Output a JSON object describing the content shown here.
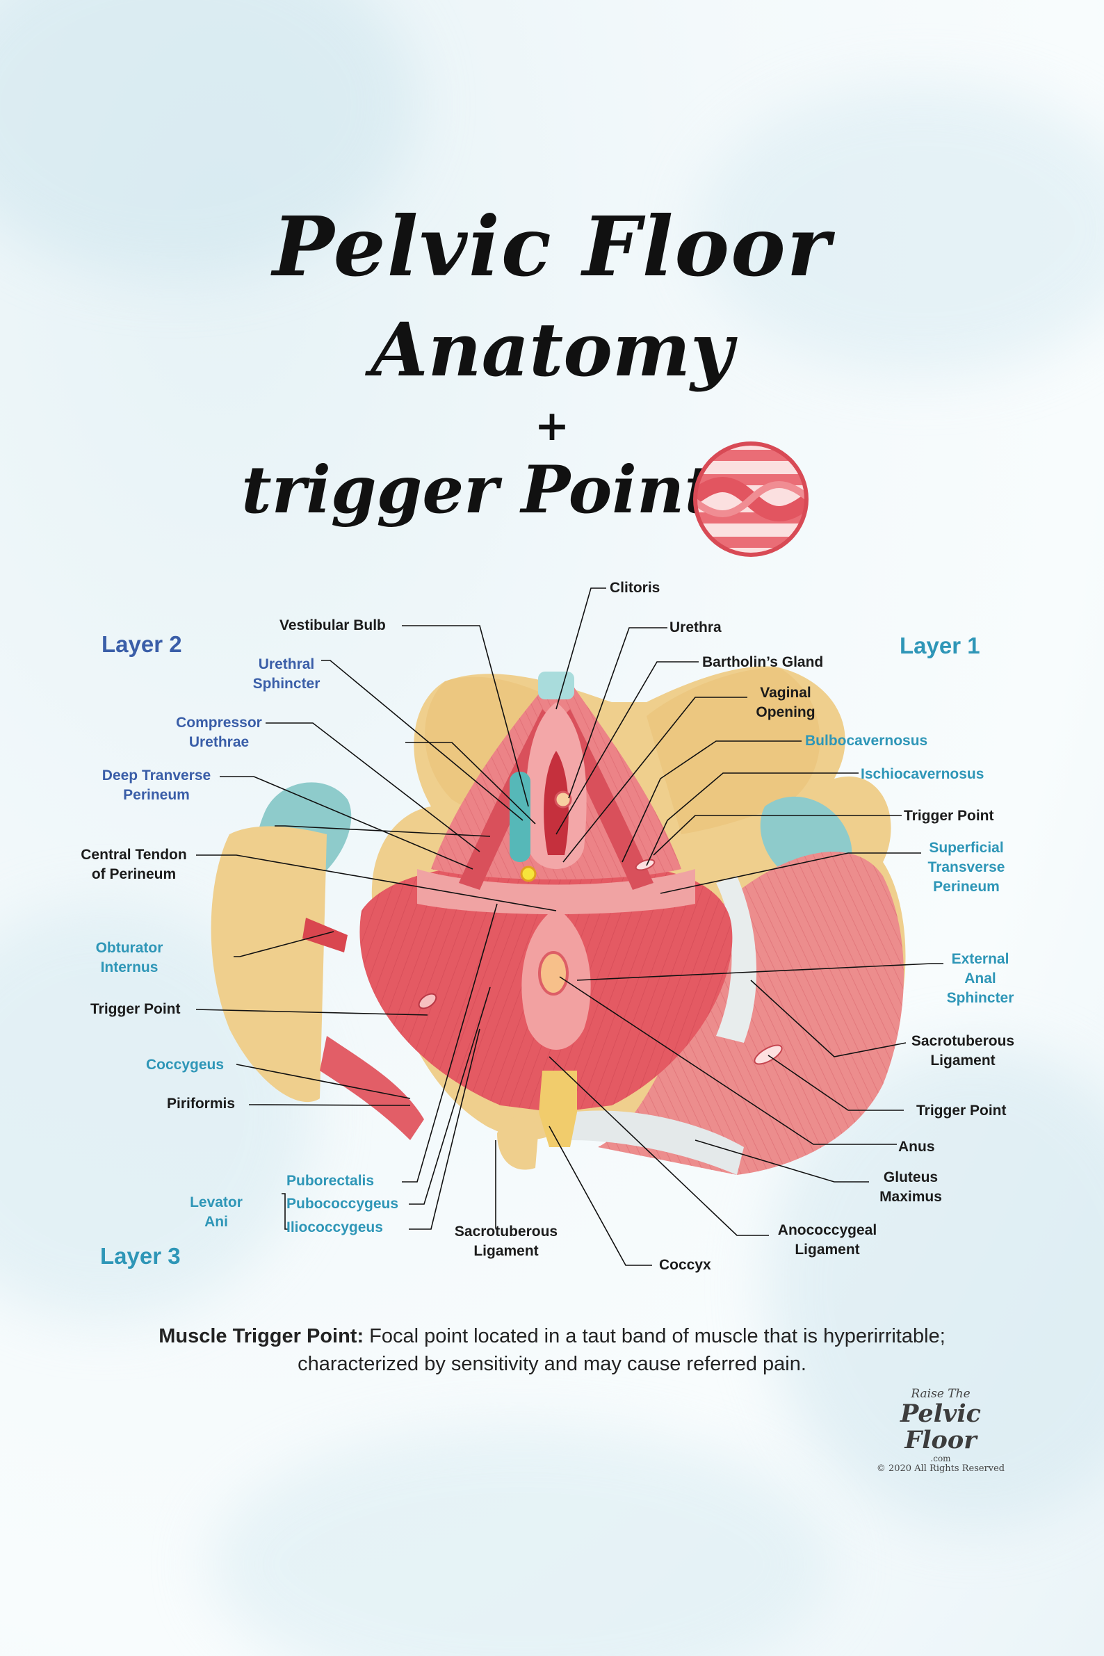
{
  "title": {
    "line1": "Pelvic Floor",
    "line2": "Anatomy",
    "plus": "+",
    "line3": "trigger Points"
  },
  "layers": {
    "layer1": "Layer 1",
    "layer2": "Layer 2",
    "layer3": "Layer 3"
  },
  "labels": {
    "clitoris": "Clitoris",
    "vestibular_bulb": "Vestibular Bulb",
    "urethra": "Urethra",
    "bartholins_gland": "Bartholin’s Gland",
    "vaginal_opening_1": "Vaginal",
    "vaginal_opening_2": "Opening",
    "urethral_sphincter_1": "Urethral",
    "urethral_sphincter_2": "Sphincter",
    "compressor_urethrae_1": "Compressor",
    "compressor_urethrae_2": "Urethrae",
    "deep_transverse_1": "Deep Tranverse",
    "deep_transverse_2": "Perineum",
    "central_tendon_1": "Central Tendon",
    "central_tendon_2": "of Perineum",
    "obturator_1": "Obturator",
    "obturator_2": "Internus",
    "trigger_point_left": "Trigger Point",
    "coccygeus": "Coccygeus",
    "piriformis": "Piriformis",
    "levator_1": "Levator",
    "levator_2": "Ani",
    "puborectalis": "Puborectalis",
    "pubococcygeus": "Pubococcygeus",
    "iliococcygeus": "Iliococcygeus",
    "sacrotuberous_bottom_1": "Sacrotuberous",
    "sacrotuberous_bottom_2": "Ligament",
    "coccyx": "Coccyx",
    "anococcygeal_1": "Anococcygeal",
    "anococcygeal_2": "Ligament",
    "gluteus_1": "Gluteus",
    "gluteus_2": "Maximus",
    "anus": "Anus",
    "trigger_point_right_bottom": "Trigger Point",
    "sacrotuberous_right_1": "Sacrotuberous",
    "sacrotuberous_right_2": "Ligament",
    "external_anal_1": "External",
    "external_anal_2": "Anal",
    "external_anal_3": "Sphincter",
    "superficial_transverse_1": "Superficial",
    "superficial_transverse_2": "Transverse",
    "superficial_transverse_3": "Perineum",
    "trigger_point_right_top": "Trigger Point",
    "ischiocavernosus": "Ischiocavernosus",
    "bulbocavernosus": "Bulbocavernosus"
  },
  "definition": {
    "term": "Muscle Trigger Point:",
    "line1_rest": " Focal point located in a taut band of muscle that is hyperirritable;",
    "line2": "characterized by sensitivity and may cause referred pain."
  },
  "logo": {
    "top": "Raise The",
    "main": "Pelvic Floor",
    "domain": ".com",
    "copyright": "© 2020 All Rights Reserved"
  },
  "colors": {
    "muscle": "#e45a63",
    "bone": "#efcf8d",
    "cartilage": "#8ecbcb",
    "teal_label": "#2e96b7",
    "navy_label": "#3a5ea8"
  }
}
